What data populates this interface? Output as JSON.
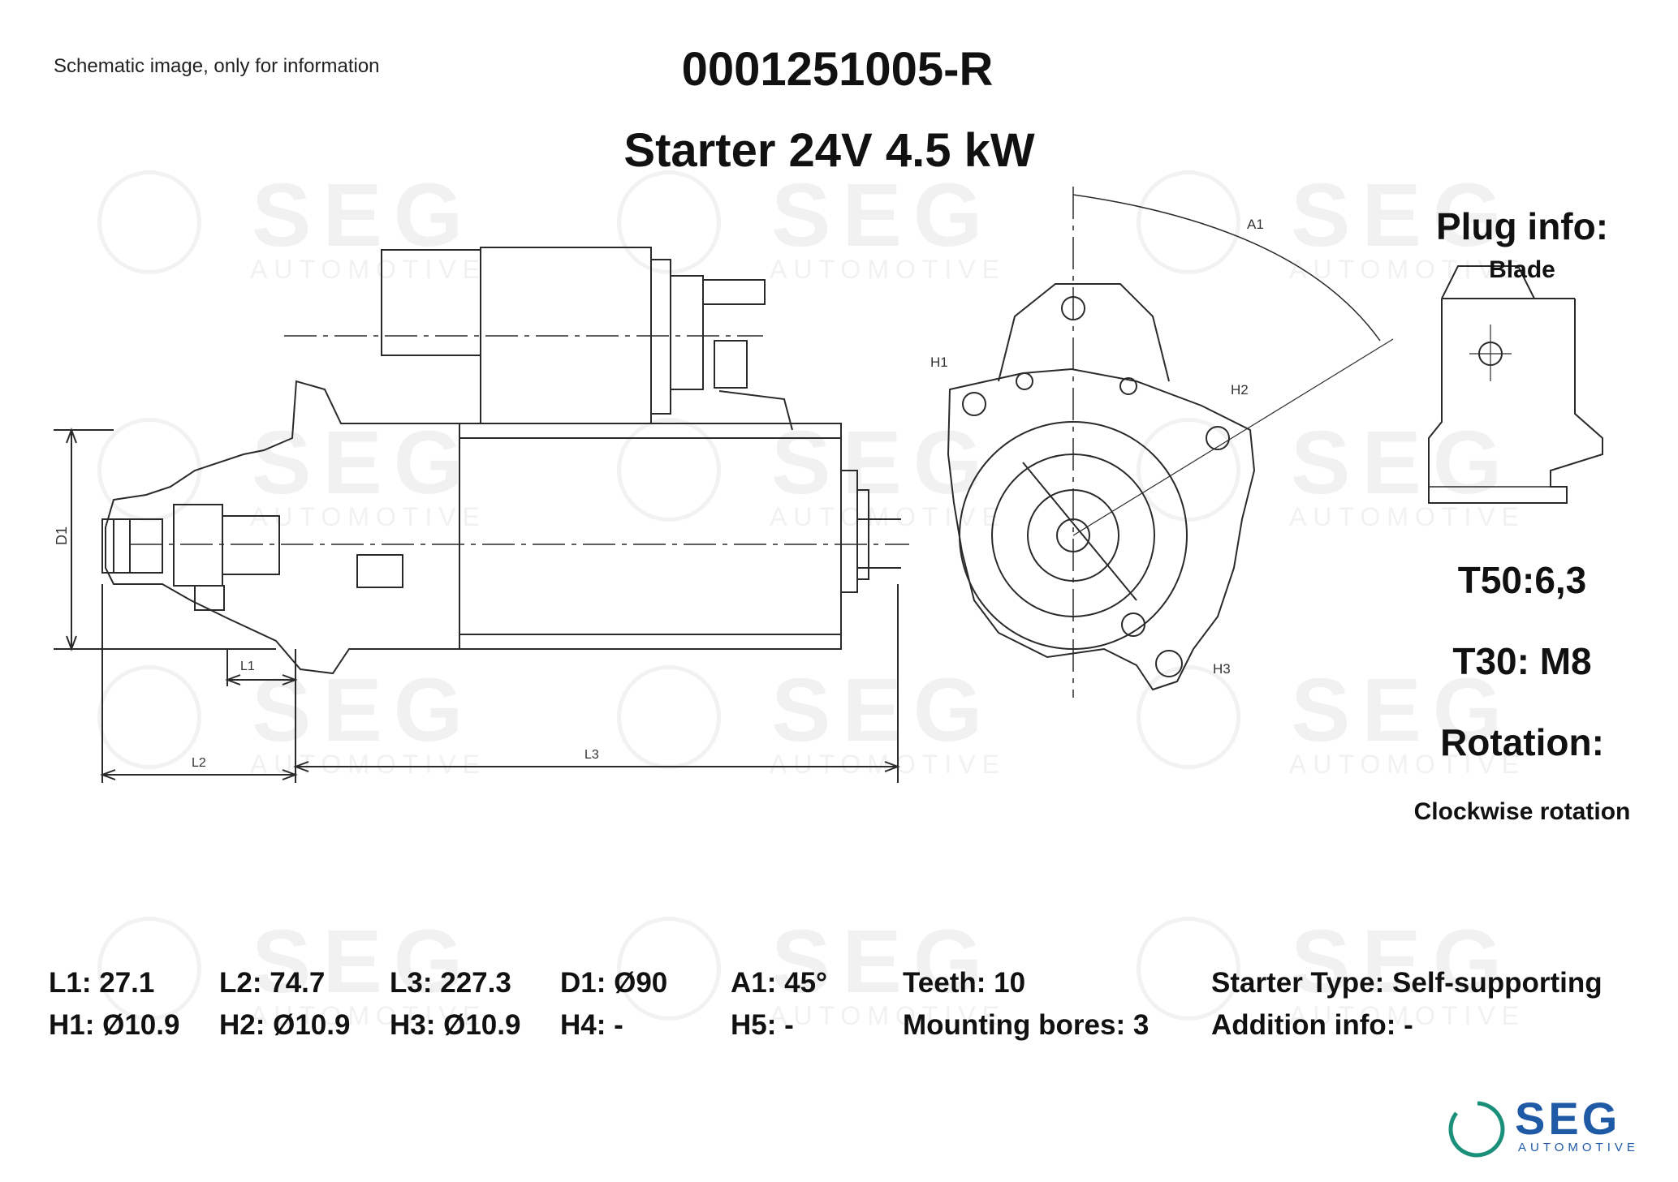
{
  "header": {
    "note": "Schematic image, only for information",
    "part_number": "0001251005-R",
    "title": "Starter 24V 4.5 kW"
  },
  "watermark": {
    "brand": "SEG",
    "sub": "AUTOMOTIVE"
  },
  "drawing_labels": {
    "d1": "D1",
    "l1": "L1",
    "l2": "L2",
    "l3": "L3",
    "a1": "A1",
    "h1": "H1",
    "h2": "H2",
    "h3": "H3"
  },
  "plug": {
    "heading": "Plug info:",
    "type": "Blade"
  },
  "terminals": {
    "t50": "T50:6,3",
    "t30": "T30: M8"
  },
  "rotation": {
    "heading": "Rotation:",
    "value": "Clockwise rotation"
  },
  "specs": {
    "row1": [
      "L1: 27.1",
      "L2: 74.7",
      "L3: 227.3",
      "D1: Ø90",
      "A1: 45°",
      "Teeth: 10",
      "Starter Type:  Self-supporting"
    ],
    "row2": [
      "H1: Ø10.9",
      "H2: Ø10.9",
      "H3: Ø10.9",
      "H4: -",
      "H5: -",
      "Mounting bores: 3",
      "Addition info: -"
    ]
  },
  "logo": {
    "brand": "SEG",
    "sub": "AUTOMOTIVE",
    "brand_color": "#1f5aa6",
    "ring_color": "#1a8f7a"
  }
}
